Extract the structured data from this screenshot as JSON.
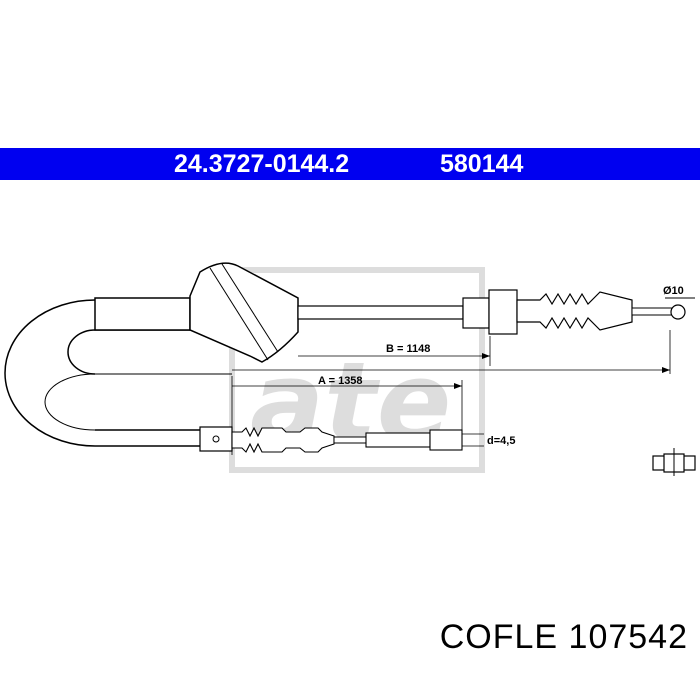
{
  "header": {
    "part_number": "24.3727-0144.2",
    "reference_number": "580144",
    "background_color": "#0000f0",
    "text_color": "#ffffff"
  },
  "drawing": {
    "dimension_b": "B = 1148",
    "dimension_a": "A = 1358",
    "diameter_label": "Ø10",
    "wire_diameter_label": "d=4,5",
    "watermark_logo": "ate",
    "line_color": "#000000"
  },
  "footer": {
    "brand_line": "COFLE 107542"
  }
}
